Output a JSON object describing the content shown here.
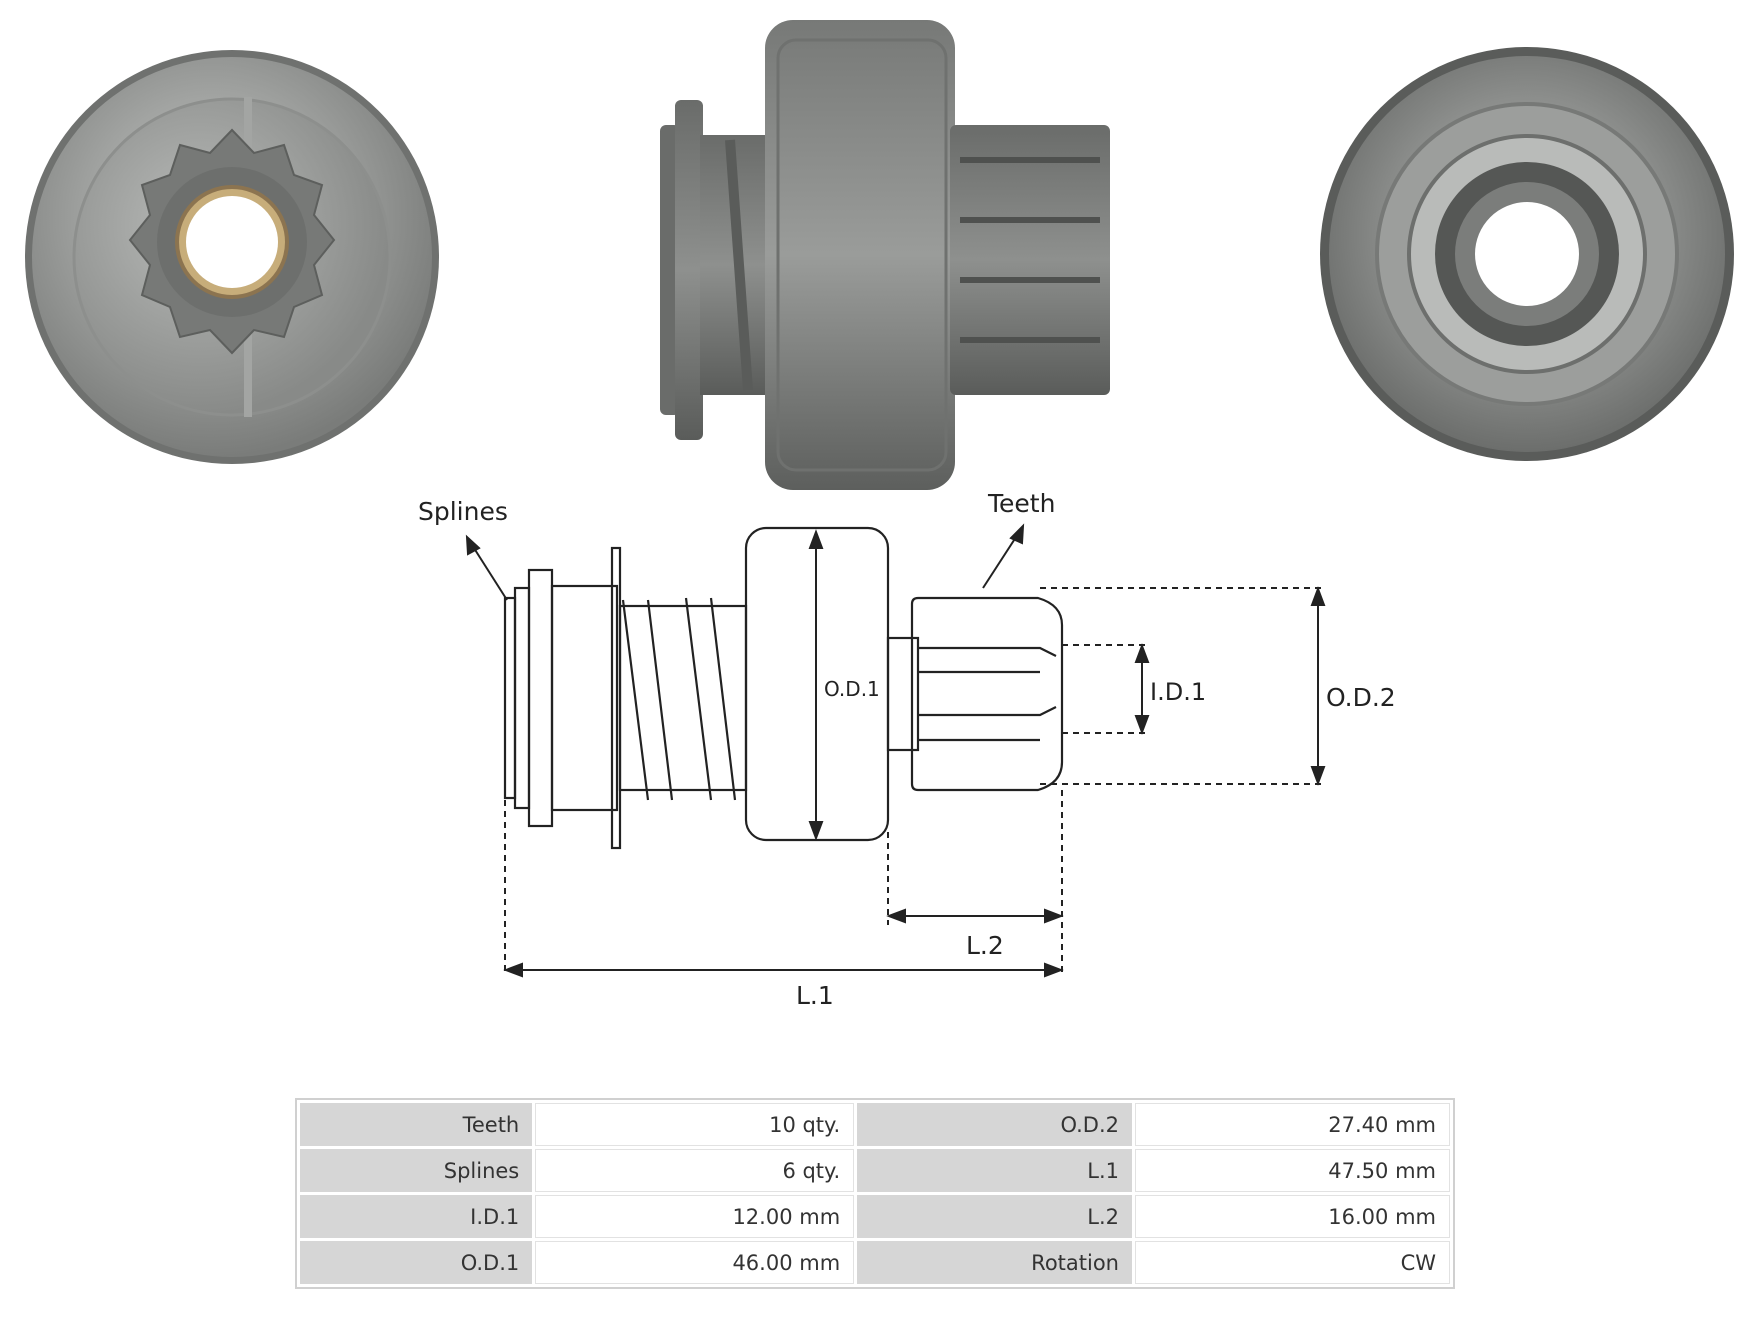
{
  "diagram": {
    "labels": {
      "splines": "Splines",
      "teeth": "Teeth",
      "od1": "O.D.1",
      "id1": "I.D.1",
      "od2": "O.D.2",
      "l2": "L.2",
      "l1": "L.1"
    }
  },
  "specs": {
    "rows": [
      {
        "k1": "Teeth",
        "v1": "10 qty.",
        "k2": "O.D.2",
        "v2": "27.40 mm"
      },
      {
        "k1": "Splines",
        "v1": "6 qty.",
        "k2": "L.1",
        "v2": "47.50 mm"
      },
      {
        "k1": "I.D.1",
        "v1": "12.00 mm",
        "k2": "L.2",
        "v2": "16.00 mm"
      },
      {
        "k1": "O.D.1",
        "v1": "46.00 mm",
        "k2": "Rotation",
        "v2": "CW"
      }
    ]
  },
  "colors": {
    "metal_dark": "#5c5e5c",
    "metal_mid": "#8a8c8a",
    "metal_light": "#b9bbb9",
    "brass": "#b79d6d",
    "line": "#222222"
  }
}
